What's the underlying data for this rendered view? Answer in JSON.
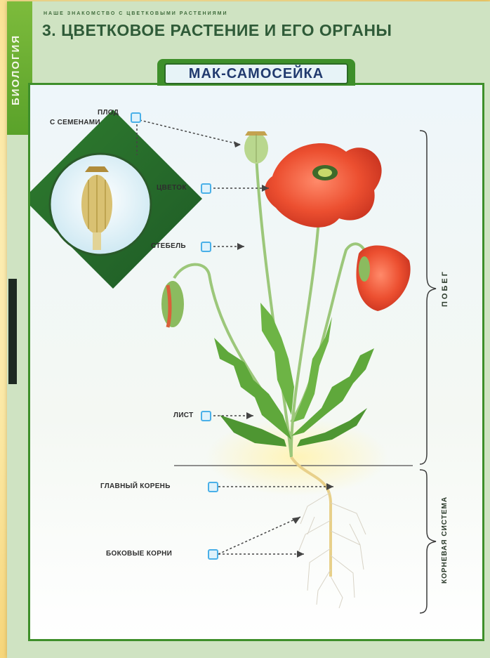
{
  "sidebar": {
    "label": "БИОЛОГИЯ"
  },
  "header": {
    "subheading": "Наше знакомство с цветковыми растениями",
    "title": "3. ЦВЕТКОВОЕ РАСТЕНИЕ И ЕГО ОРГАНЫ"
  },
  "plate": {
    "title": "МАК-САМОСЕЙКА"
  },
  "labels": {
    "fruit_line1": "ПЛОД",
    "fruit_line2": "С СЕМЕНАМИ",
    "flower": "ЦВЕТОК",
    "stem": "СТЕБЕЛЬ",
    "leaf": "ЛИСТ",
    "main_root": "ГЛАВНЫЙ КОРЕНЬ",
    "side_roots": "БОКОВЫЕ КОРНИ"
  },
  "groups": {
    "shoot": "ПОБЕГ",
    "root_system": "КОРНЕВАЯ СИСТЕМА"
  },
  "colors": {
    "marker": "#4ab0e8",
    "frame": "#3e8f2a",
    "petal": "#e94a2c",
    "stem": "#9cc77a"
  }
}
